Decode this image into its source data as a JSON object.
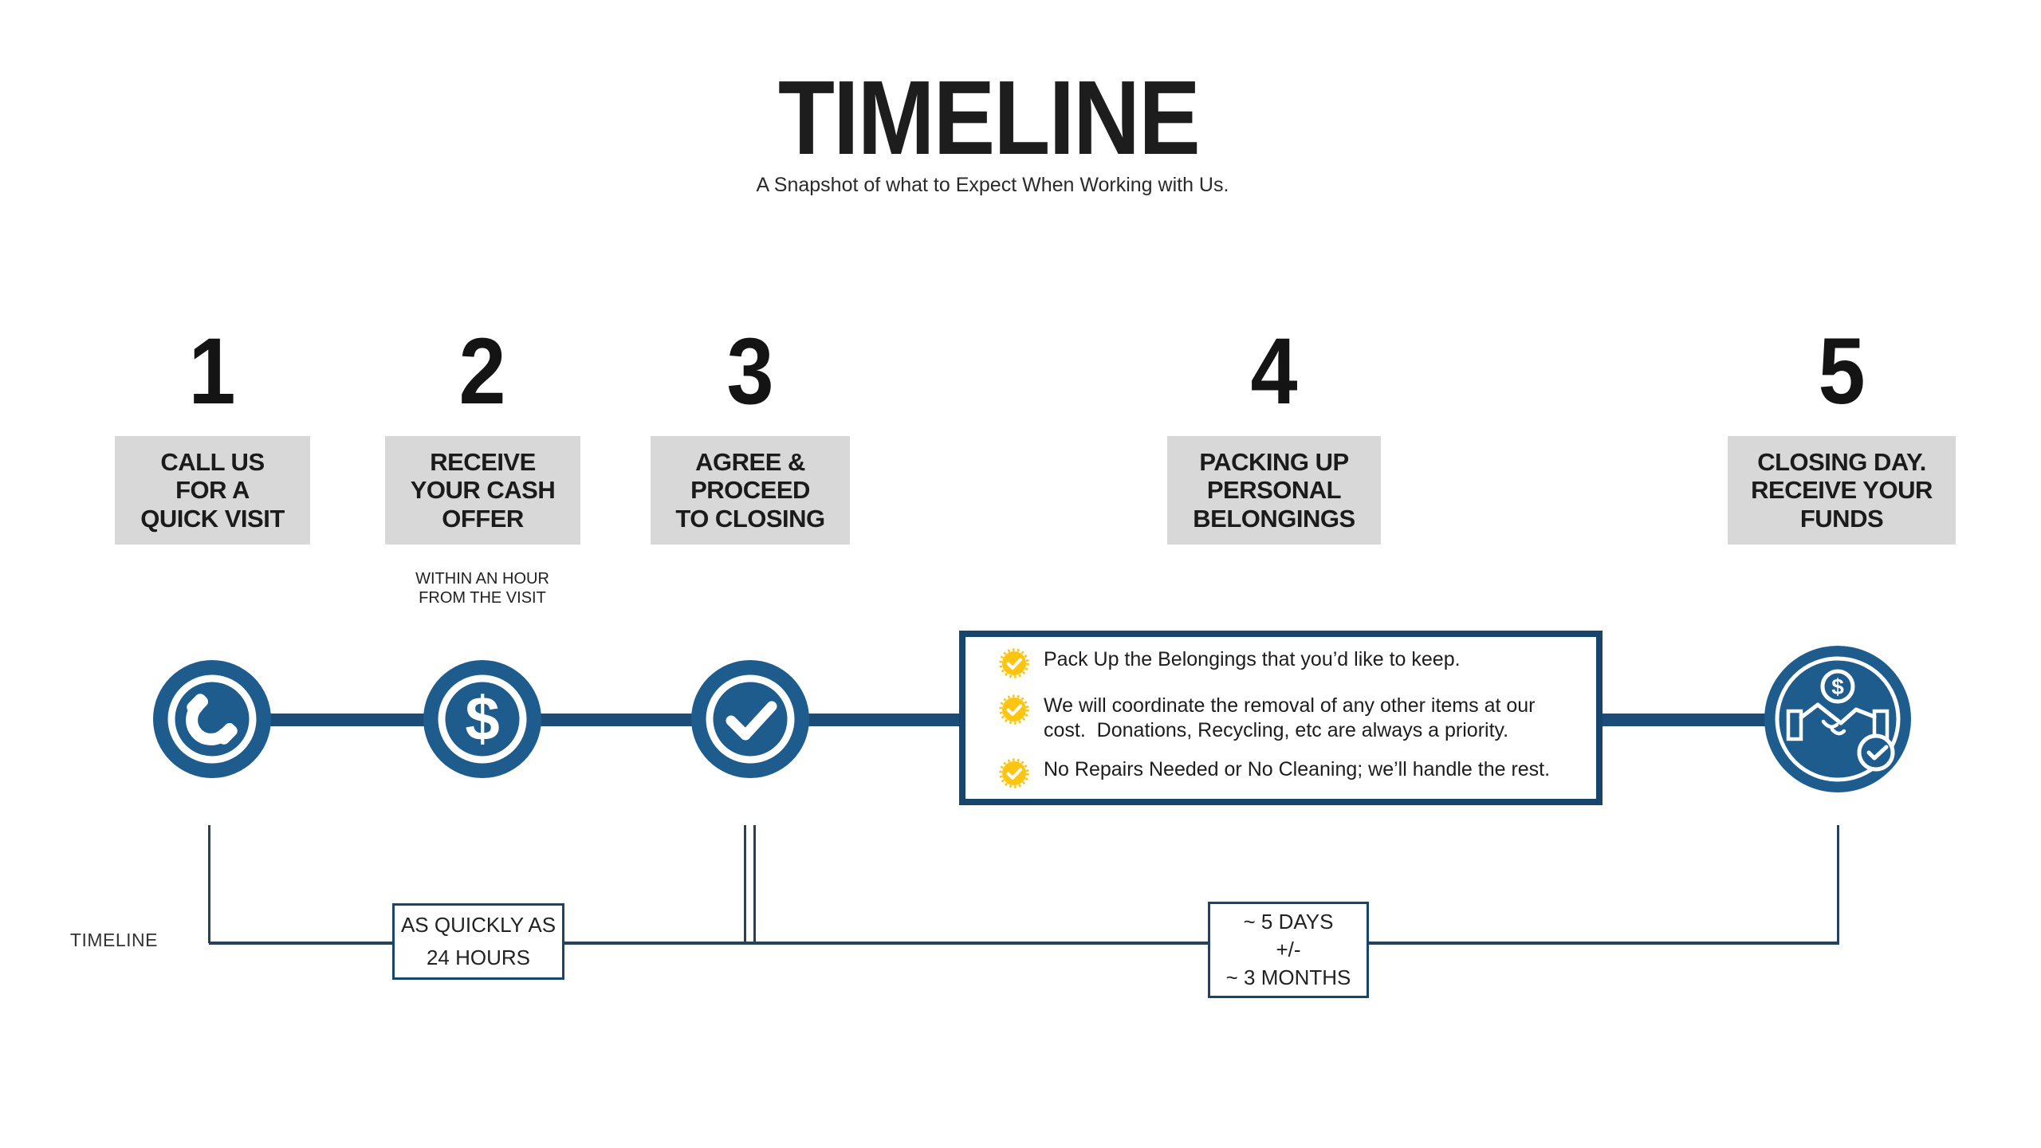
{
  "header": {
    "title": "TIMELINE",
    "subtitle": "A Snapshot of what to Expect When Working with Us."
  },
  "steps": [
    {
      "number": "1",
      "icon": "phone-icon",
      "label_lines": [
        "CALL US",
        "FOR A",
        "QUICK VISIT"
      ]
    },
    {
      "number": "2",
      "icon": "dollar-icon",
      "label_lines": [
        "RECEIVE",
        "YOUR CASH",
        "OFFER"
      ],
      "note_lines": [
        "WITHIN AN HOUR",
        "FROM THE VISIT"
      ]
    },
    {
      "number": "3",
      "icon": "check-icon",
      "label_lines": [
        "AGREE &",
        "PROCEED",
        "TO CLOSING"
      ]
    },
    {
      "number": "4",
      "icon": "details-box",
      "label_lines": [
        "PACKING UP",
        "PERSONAL",
        "BELONGINGS"
      ]
    },
    {
      "number": "5",
      "icon": "handshake-icon",
      "label_lines": [
        "CLOSING DAY.",
        "RECEIVE YOUR",
        "FUNDS"
      ]
    }
  ],
  "details_box": {
    "bullets": [
      "Pack Up the Belongings that you’d like to keep.",
      "We will coordinate the removal of any other items at our cost.  Donations, Recycling, etc are always a priority.",
      "No Repairs Needed or No Cleaning; we’ll handle the rest."
    ]
  },
  "bottom_timeline": {
    "axis_label": "TIMELINE",
    "duration_1_lines": [
      "AS QUICKLY AS",
      "24 HOURS"
    ],
    "duration_2_lines": [
      "~ 5 DAYS",
      "+/-",
      "~ 3 MONTHS"
    ]
  },
  "colors": {
    "circle_blue": "#1F5C8E",
    "connector_navy": "#1B4B77",
    "box_border_navy": "#17456E",
    "thin_line_navy": "#24415F",
    "label_box_gray": "#D8D8D8",
    "badge_yellow": "#FDC511"
  }
}
